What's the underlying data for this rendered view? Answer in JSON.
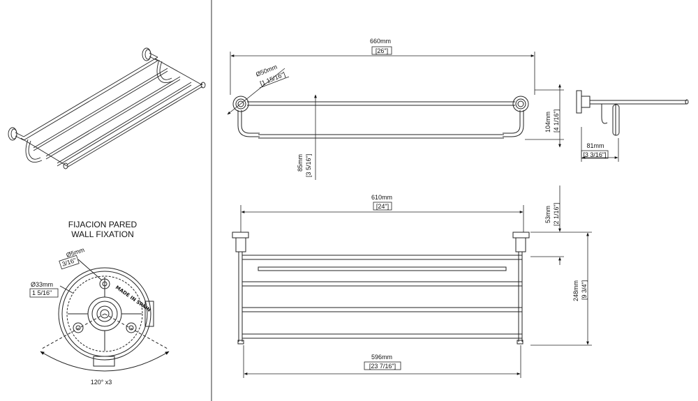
{
  "fixation": {
    "title_es": "FIJACION PARED",
    "title_en": "WALL FIXATION",
    "hole_mm": "Ø5mm",
    "hole_in": "3/16\"",
    "flange_mm": "Ø33mm",
    "flange_in": "1 5/16\"",
    "stamp": "MADE IN SPAIN",
    "angle": "120° x3"
  },
  "front": {
    "width_mm": "660mm",
    "width_in": "[26\"]",
    "diam_mm": "Ø50mm",
    "diam_in": "[1 15/16\"]",
    "height_mm": "104mm",
    "height_in": "[4 1/16\"]",
    "inner_mm": "85mm",
    "inner_in": "[3 5/16\"]"
  },
  "side": {
    "depth_mm": "81mm",
    "depth_in": "[3 3/16\"]"
  },
  "top": {
    "centers_mm": "610mm",
    "centers_in": "[24\"]",
    "offset_mm": "53mm",
    "offset_in": "[2 1/16\"]",
    "depth_mm": "248mm",
    "depth_in": "[9 3/4\"]",
    "bars_mm": "596mm",
    "bars_in": "[23 7/16\"]"
  }
}
